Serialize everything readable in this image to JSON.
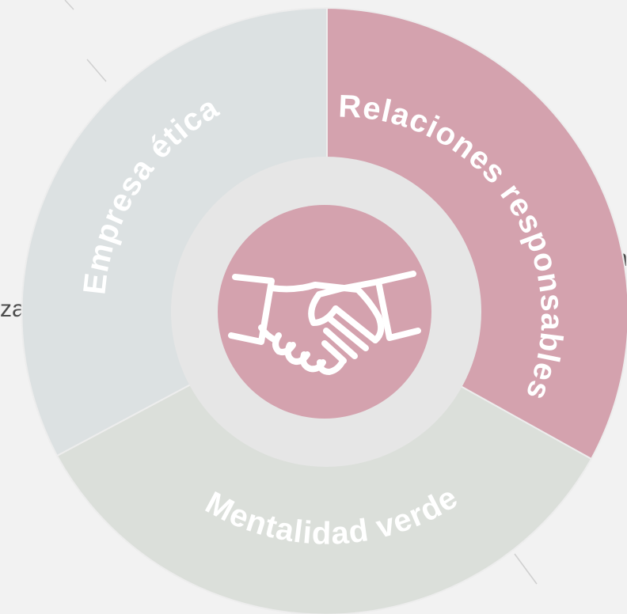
{
  "diagram": {
    "segments": [
      {
        "label": "Relaciones responsables",
        "color": "#d4a2ae"
      },
      {
        "label": "Mentalidad verde",
        "color": "#dbdfda"
      },
      {
        "label": "Empresa ética",
        "color": "#dce1e2"
      }
    ],
    "inner_ring_color": "#e6e6e6",
    "center_circle_color": "#d4a2ae",
    "center_icon": "handshake-icon",
    "cropped_side_text": [
      "n",
      "za"
    ]
  }
}
